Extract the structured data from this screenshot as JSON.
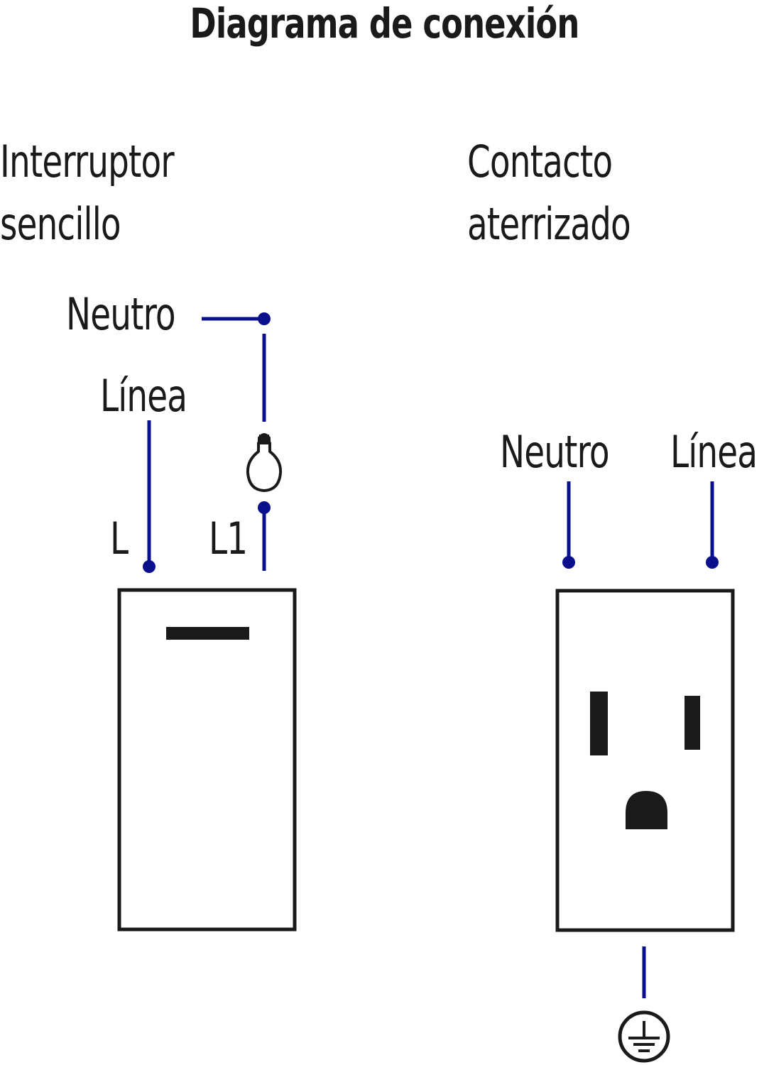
{
  "title": "Diagrama de conexión",
  "switch": {
    "title_line1": "Interruptor",
    "title_line2": "sencillo",
    "neutral_label": "Neutro",
    "line_label": "Línea",
    "terminal_l": "L",
    "terminal_l1": "L1"
  },
  "outlet": {
    "title_line1": "Contacto",
    "title_line2": "aterrizado",
    "neutral_label": "Neutro",
    "line_label": "Línea"
  },
  "icons": {
    "bulb": "light-bulb-icon",
    "ground": "ground-symbol-icon"
  },
  "colors": {
    "wire": "#0a0f8c",
    "device": "#1a1a1a",
    "background": "#ffffff"
  }
}
